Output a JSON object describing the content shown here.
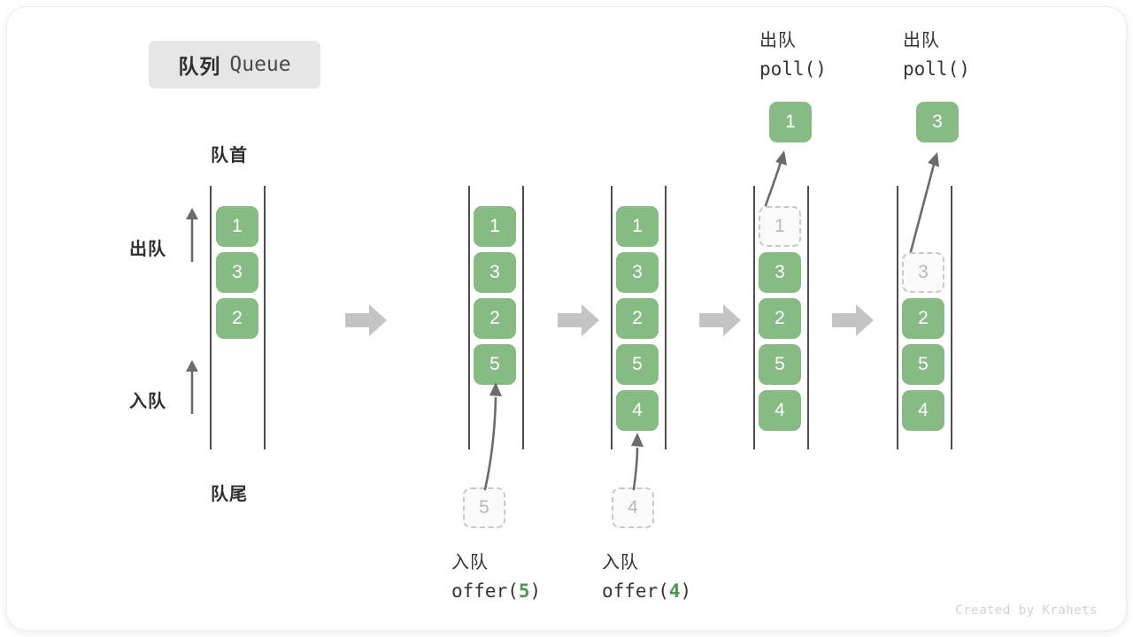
{
  "title": {
    "cn": "队列",
    "en": "Queue"
  },
  "labels": {
    "head": "队首",
    "tail": "队尾",
    "dequeue": "出队",
    "enqueue": "入队"
  },
  "credit": "Created by Krahets",
  "colors": {
    "element_green": "#86bb83",
    "ghost_border": "#c9c9c9",
    "ghost_fill": "#fafafa",
    "rail": "#4d4d4d",
    "arrow_grey": "#6b6b6b",
    "block_arrow": "#c4c4c4",
    "badge_bg": "#e6e6e6",
    "text_dark": "#2f2f2f"
  },
  "operations": [
    {
      "id": "offer5",
      "cn": "入队",
      "fn": "offer(",
      "value": "5",
      "close": ")"
    },
    {
      "id": "offer4",
      "cn": "入队",
      "fn": "offer(",
      "value": "4",
      "close": ")"
    },
    {
      "id": "poll1",
      "cn": "出队",
      "fn": "poll(",
      "value": "",
      "close": ")"
    },
    {
      "id": "poll2",
      "cn": "出队",
      "fn": "poll(",
      "value": "",
      "close": ")"
    }
  ],
  "columns": [
    {
      "id": "col-1",
      "cells": [
        {
          "value": "1",
          "state": "solid"
        },
        {
          "value": "3",
          "state": "solid"
        },
        {
          "value": "2",
          "state": "solid"
        }
      ],
      "floating": null,
      "popped": null
    },
    {
      "id": "col-2",
      "cells": [
        {
          "value": "1",
          "state": "solid"
        },
        {
          "value": "3",
          "state": "solid"
        },
        {
          "value": "2",
          "state": "solid"
        },
        {
          "value": "5",
          "state": "solid"
        }
      ],
      "floating": {
        "value": "5",
        "state": "ghost"
      },
      "popped": null
    },
    {
      "id": "col-3",
      "cells": [
        {
          "value": "1",
          "state": "solid"
        },
        {
          "value": "3",
          "state": "solid"
        },
        {
          "value": "2",
          "state": "solid"
        },
        {
          "value": "5",
          "state": "solid"
        },
        {
          "value": "4",
          "state": "solid"
        }
      ],
      "floating": {
        "value": "4",
        "state": "ghost"
      },
      "popped": null
    },
    {
      "id": "col-4",
      "cells": [
        {
          "value": "1",
          "state": "ghost"
        },
        {
          "value": "3",
          "state": "solid"
        },
        {
          "value": "2",
          "state": "solid"
        },
        {
          "value": "5",
          "state": "solid"
        },
        {
          "value": "4",
          "state": "solid"
        }
      ],
      "floating": null,
      "popped": {
        "value": "1",
        "state": "solid"
      }
    },
    {
      "id": "col-5",
      "cells": [
        {
          "value": "",
          "state": "empty"
        },
        {
          "value": "3",
          "state": "ghost"
        },
        {
          "value": "2",
          "state": "solid"
        },
        {
          "value": "5",
          "state": "solid"
        },
        {
          "value": "4",
          "state": "solid"
        }
      ],
      "floating": null,
      "popped": {
        "value": "3",
        "state": "solid"
      }
    }
  ]
}
